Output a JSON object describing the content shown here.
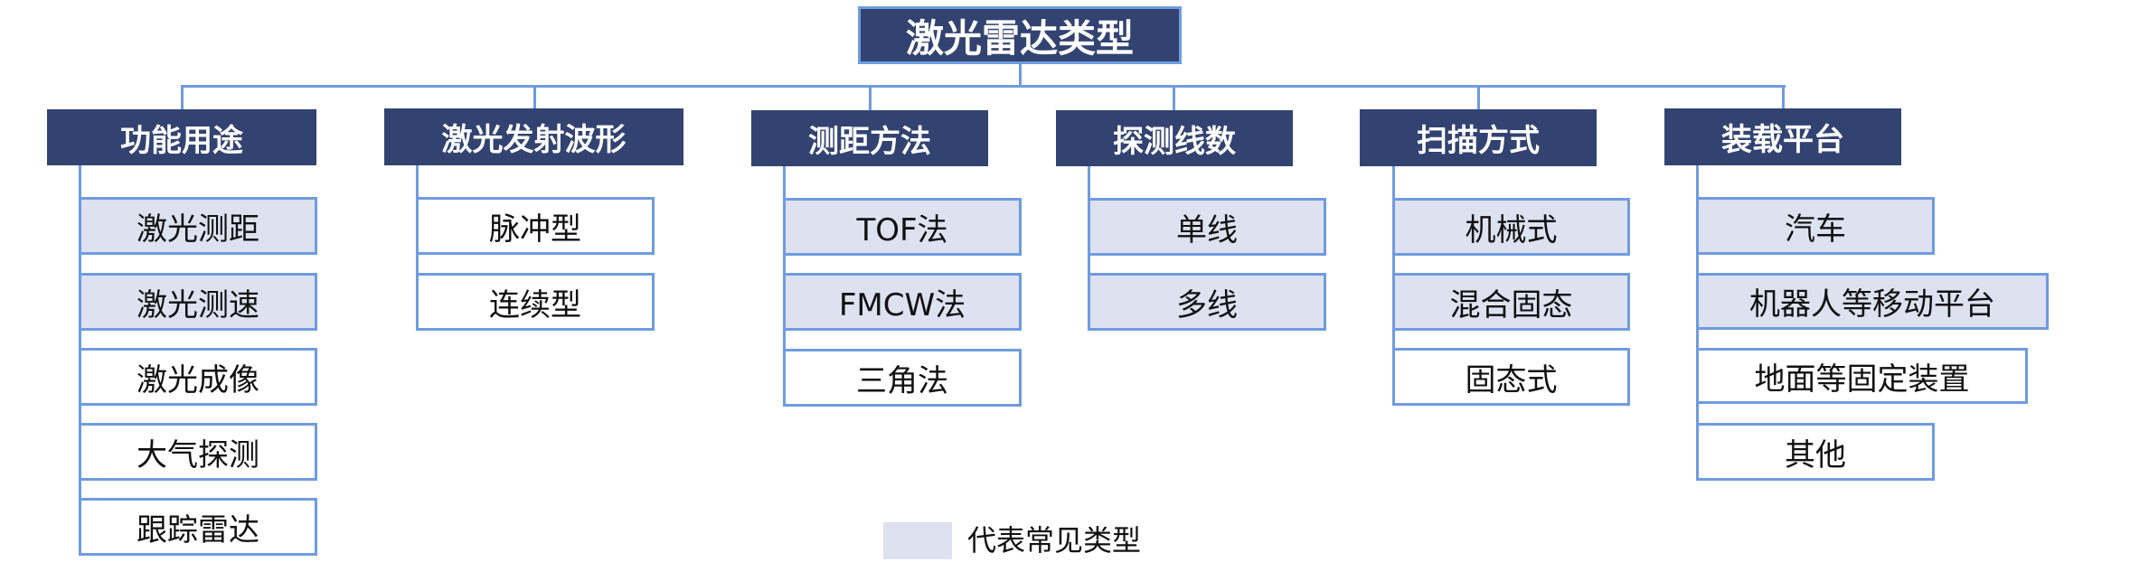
{
  "title": "激光雷达类型",
  "colors": {
    "header_fill": "#334371",
    "connector": "#6f9be0",
    "common_fill": "#dde1f0",
    "plain_fill": "#ffffff"
  },
  "categories": [
    {
      "label": "功能用途",
      "items": [
        {
          "label": "激光测距",
          "common": true
        },
        {
          "label": "激光测速",
          "common": true
        },
        {
          "label": "激光成像",
          "common": false
        },
        {
          "label": "大气探测",
          "common": false
        },
        {
          "label": "跟踪雷达",
          "common": false
        }
      ]
    },
    {
      "label": "激光发射波形",
      "items": [
        {
          "label": "脉冲型",
          "common": false
        },
        {
          "label": "连续型",
          "common": false
        }
      ]
    },
    {
      "label": "测距方法",
      "items": [
        {
          "label": "TOF法",
          "common": true
        },
        {
          "label": "FMCW法",
          "common": true
        },
        {
          "label": "三角法",
          "common": false
        }
      ]
    },
    {
      "label": "探测线数",
      "items": [
        {
          "label": "单线",
          "common": true
        },
        {
          "label": "多线",
          "common": true
        }
      ]
    },
    {
      "label": "扫描方式",
      "items": [
        {
          "label": "机械式",
          "common": true
        },
        {
          "label": "混合固态",
          "common": true
        },
        {
          "label": "固态式",
          "common": false
        }
      ]
    },
    {
      "label": "装载平台",
      "items": [
        {
          "label": "汽车",
          "common": true
        },
        {
          "label": "机器人等移动平台",
          "common": true
        },
        {
          "label": "地面等固定装置",
          "common": false
        },
        {
          "label": "其他",
          "common": false
        }
      ]
    }
  ],
  "legend": {
    "label": "代表常见类型"
  }
}
